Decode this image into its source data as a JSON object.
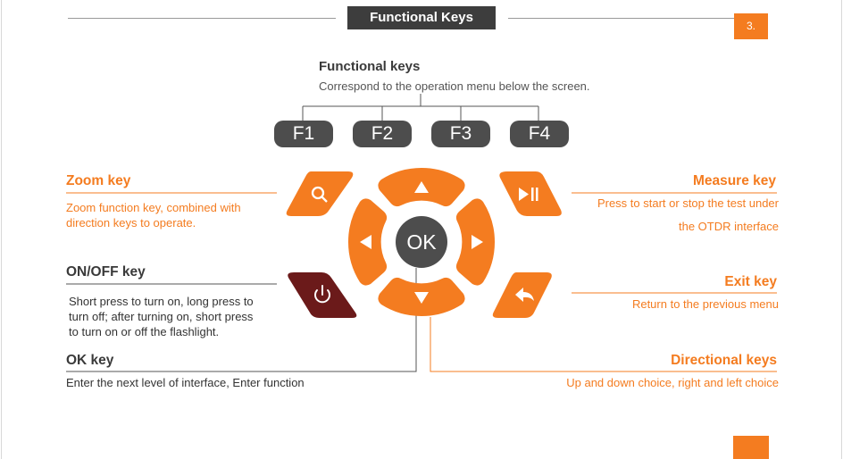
{
  "header": {
    "title": "Functional Keys",
    "page_number": "3."
  },
  "functional": {
    "title": "Functional keys",
    "description": "Correspond to the operation menu below the screen.",
    "keys": [
      "F1",
      "F2",
      "F3",
      "F4"
    ]
  },
  "zoom": {
    "title": "Zoom key",
    "desc_line1": "Zoom function key, combined with",
    "desc_line2": "direction keys to operate."
  },
  "onoff": {
    "title": "ON/OFF key",
    "desc_line1": "Short press to turn on, long press to",
    "desc_line2": "turn off; after turning on, short press",
    "desc_line3": "to turn on or off the flashlight."
  },
  "ok": {
    "title": "OK key",
    "description": "Enter the next level of interface, Enter function",
    "button_label": "OK"
  },
  "measure": {
    "title": "Measure key",
    "desc_line1": "Press to start or stop the test under",
    "desc_line2": "the OTDR interface"
  },
  "exit": {
    "title": "Exit key",
    "description": "Return to the previous menu"
  },
  "directional": {
    "title": "Directional keys",
    "description": "Up and down choice, right and left choice"
  },
  "colors": {
    "accent": "#f47c20",
    "dark": "#4d4d4d",
    "power": "#6b1a1a",
    "header_bg": "#3d3d3d"
  },
  "icons": {
    "zoom": "search-icon",
    "measure": "play-pause-icon",
    "power": "power-icon",
    "exit": "back-arrow-icon",
    "up": "arrow-up-icon",
    "down": "arrow-down-icon",
    "left": "arrow-left-icon",
    "right": "arrow-right-icon"
  }
}
